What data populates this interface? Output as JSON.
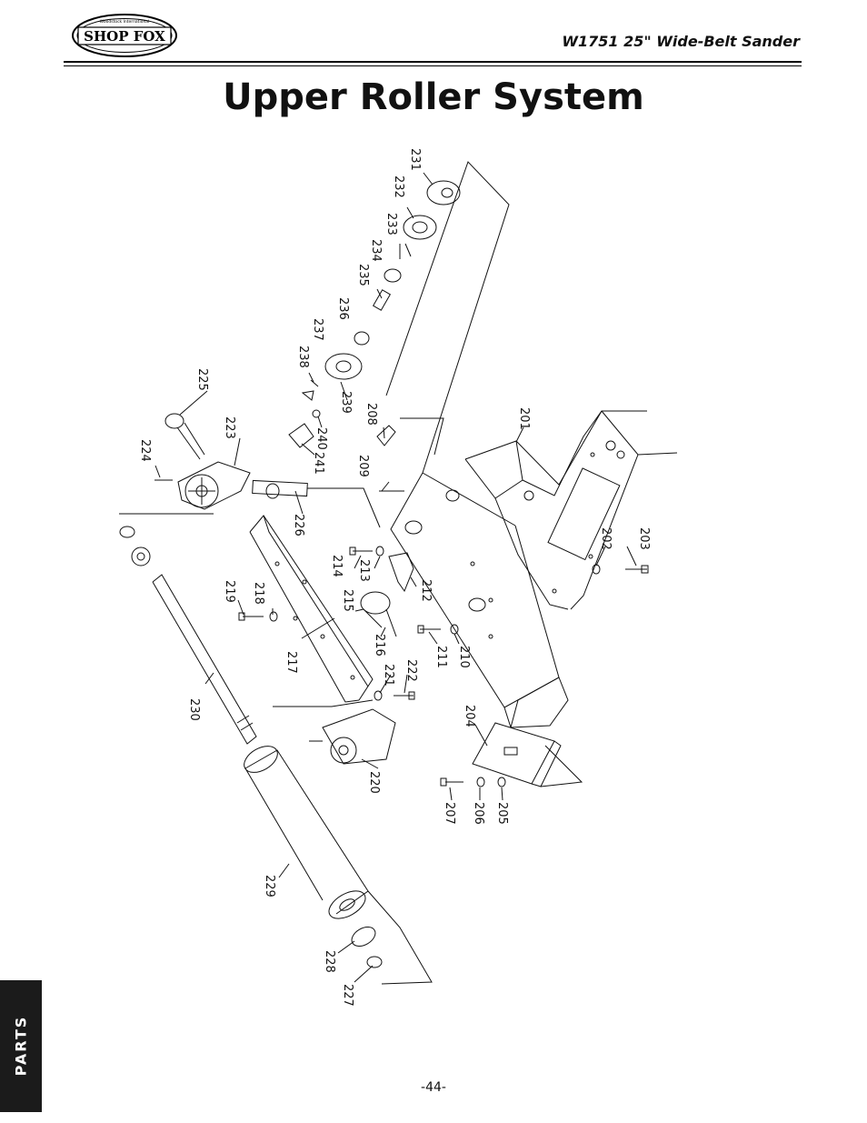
{
  "header": {
    "brand": "SHOP FOX",
    "brand_small": "Woodstock International",
    "model_title": "W1751 25\" Wide-Belt Sander"
  },
  "title": "Upper Roller System",
  "side_tab": "PARTS",
  "page_number": "-44-",
  "part_labels": [
    "201",
    "202",
    "203",
    "204",
    "205",
    "206",
    "207",
    "208",
    "209",
    "210",
    "211",
    "212",
    "213",
    "214",
    "215",
    "216",
    "217",
    "218",
    "219",
    "220",
    "221",
    "222",
    "223",
    "224",
    "225",
    "226",
    "227",
    "228",
    "229",
    "230",
    "231",
    "232",
    "233",
    "234",
    "235",
    "236",
    "237",
    "238",
    "239",
    "240",
    "241"
  ]
}
